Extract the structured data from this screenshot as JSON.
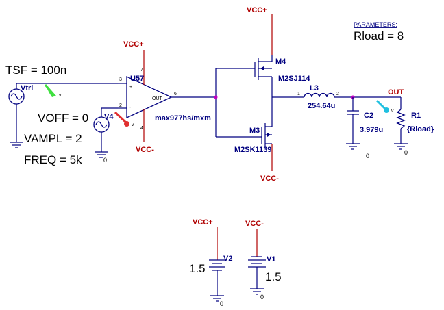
{
  "parameters": {
    "header": "PARAMETERS:",
    "rload": "Rload = 8"
  },
  "power": {
    "vcc_plus": "VCC+",
    "vcc_minus": "VCC-"
  },
  "sources": {
    "vtri": {
      "name": "Vtri",
      "tsf": "TSF = 100n"
    },
    "v4": {
      "name": "V4",
      "voff": "VOFF = 0",
      "vampl": "VAMPL = 2",
      "freq": "FREQ = 5k"
    },
    "v2": {
      "name": "V2",
      "value": "1.5"
    },
    "v1": {
      "name": "V1",
      "value": "1.5"
    }
  },
  "opamp": {
    "name": "U57",
    "model": "max977hs/mxm",
    "pin_plus": "+",
    "pin_minus": "-",
    "out": "OUT",
    "pin3": "3",
    "pin2": "2",
    "pin6": "6",
    "pin7": "7",
    "pin4": "4"
  },
  "mosfets": {
    "m4": {
      "name": "M4",
      "model": "M2SJ114"
    },
    "m3": {
      "name": "M3",
      "model": "M2SK1139"
    }
  },
  "inductor": {
    "name": "L3",
    "value": "254.64u",
    "pin1": "1",
    "pin2": "2"
  },
  "capacitor": {
    "name": "C2",
    "value": "3.979u"
  },
  "resistor": {
    "name": "R1",
    "value": "{Rload}"
  },
  "net_labels": {
    "out": "OUT",
    "ground": "0"
  },
  "probes": [
    {
      "label": "v",
      "color": "#40e040"
    },
    {
      "label": "v",
      "color": "#e03030"
    },
    {
      "label": "v",
      "color": "#20c0e0"
    }
  ],
  "colors": {
    "wire": "#000080",
    "power": "#b00000",
    "junction": "#c000c0"
  }
}
